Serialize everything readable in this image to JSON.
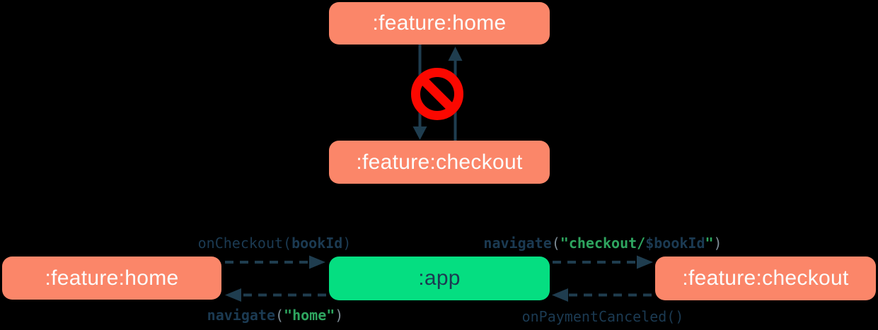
{
  "diagram": {
    "title_hint": "module navigation dependency diagram",
    "colors": {
      "background": "#000000",
      "feature_box_fill": "#FB8669",
      "app_box_fill": "#05DE81",
      "feature_box_text": "#FCFDFD",
      "app_box_text": "#1C3A52",
      "arrow": "#1F3D4F",
      "code_navy": "#1B3A52",
      "code_string_green": "#2EA55F",
      "code_paren_gray": "#7E8C96",
      "prohibited_red": "#FB0800"
    },
    "top_section": {
      "home_box_label": ":feature:home",
      "checkout_box_label": ":feature:checkout",
      "relationship": "forbidden direct dependency between feature modules",
      "icon": "no-entry-icon"
    },
    "bottom_section": {
      "home_box_label": ":feature:home",
      "app_box_label": ":app",
      "checkout_box_label": ":feature:checkout",
      "labels": {
        "on_checkout": {
          "fn": "onCheckout",
          "paren_open": "(",
          "arg": "bookId",
          "paren_close": ")"
        },
        "navigate_checkout": {
          "fn": "navigate",
          "paren_open": "(",
          "string_open": "\"checkout/",
          "var": "$bookId",
          "string_close": "\"",
          "paren_close": ")"
        },
        "navigate_home": {
          "fn": "navigate",
          "paren_open": "(",
          "string": "\"home\"",
          "paren_close": ")"
        },
        "on_payment_canceled": {
          "fn": "onPaymentCanceled",
          "parens": "()"
        }
      }
    }
  }
}
